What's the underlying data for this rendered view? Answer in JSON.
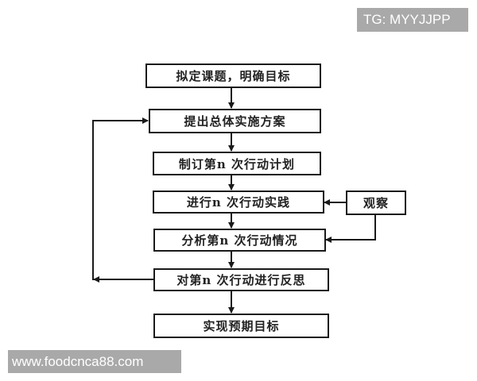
{
  "diagram": {
    "type": "flowchart",
    "steps": [
      {
        "id": "s1",
        "label": "拟定课题，明确目标"
      },
      {
        "id": "s2",
        "label": "提出总体实施方案"
      },
      {
        "id": "s3",
        "label": "制订第n 次行动计划"
      },
      {
        "id": "s4",
        "label": "进行n 次行动实践"
      },
      {
        "id": "s5",
        "label": "分析第n 次行动情况"
      },
      {
        "id": "s6",
        "label": "对第n 次行动进行反思"
      },
      {
        "id": "s7",
        "label": "实现预期目标"
      }
    ],
    "side_node": {
      "id": "obs",
      "label": "观察"
    },
    "edges": [
      {
        "from": "s1",
        "to": "s2"
      },
      {
        "from": "s2",
        "to": "s3"
      },
      {
        "from": "s3",
        "to": "s4"
      },
      {
        "from": "s4",
        "to": "s5"
      },
      {
        "from": "s5",
        "to": "s6"
      },
      {
        "from": "s6",
        "to": "s7"
      },
      {
        "from": "obs",
        "to": "s4"
      },
      {
        "from": "obs",
        "to": "s5"
      },
      {
        "from": "s6",
        "to": "s2",
        "type": "feedback-loop"
      }
    ],
    "colors": {
      "stroke": "#1a1a1a",
      "fill": "#ffffff",
      "text": "#222222"
    }
  },
  "watermarks": {
    "top_right": "TG: MYYJJPP",
    "bottom_left": "www.foodcnca88.com"
  }
}
